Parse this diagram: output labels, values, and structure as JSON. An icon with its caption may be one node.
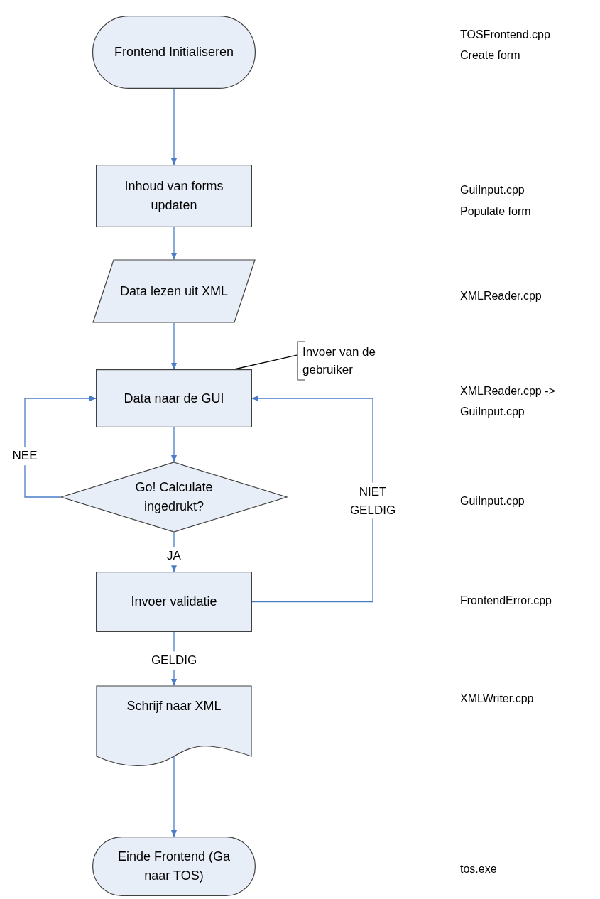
{
  "diagram": {
    "nodes": [
      {
        "text": [
          "Frontend Initialiseren"
        ]
      },
      {
        "text": [
          "Inhoud van forms updaten"
        ]
      },
      {
        "text": [
          "Data lezen uit XML"
        ]
      },
      {
        "text": [
          "Invoer van de gebruiker"
        ]
      },
      {
        "text": [
          "Data naar de GUI"
        ]
      },
      {
        "text": [
          "Go! Calculate ingedrukt?"
        ]
      },
      {
        "text": [
          "Invoer validatie"
        ]
      },
      {
        "text": [
          "Schrijf naar XML"
        ]
      },
      {
        "text": [
          "Einde Frontend (Ga naar TOS)"
        ]
      }
    ],
    "edges": [
      {
        "from": 0,
        "to": 1,
        "arrow": "to"
      },
      {
        "from": 1,
        "to": 2,
        "arrow": "to"
      },
      {
        "from": 2,
        "to": 4,
        "arrow": "to"
      },
      {
        "from": 3,
        "to": 4,
        "arrow": "none",
        "color": "#000000"
      },
      {
        "from": 4,
        "to": 5,
        "arrow": "to"
      },
      {
        "from": 5,
        "to": 4,
        "arrow": "to",
        "label": "NEE"
      },
      {
        "from": 5,
        "to": 6,
        "arrow": "to",
        "label": "JA"
      },
      {
        "from": 6,
        "to": 4,
        "arrow": "to",
        "label": "NIET GELDIG"
      },
      {
        "from": 6,
        "to": 7,
        "arrow": "to",
        "label": "GELDIG"
      },
      {
        "from": 7,
        "to": 8,
        "arrow": "to"
      }
    ],
    "labels": [
      "TOSFrontend.cpp",
      "Create form",
      "GuiInput.cpp",
      "Populate form",
      "XMLReader.cpp",
      "XMLReader.cpp -> GuiInput.cpp",
      "GuiInput.cpp",
      "FrontendError.cpp",
      "XMLWriter.cpp",
      "tos.exe"
    ]
  }
}
